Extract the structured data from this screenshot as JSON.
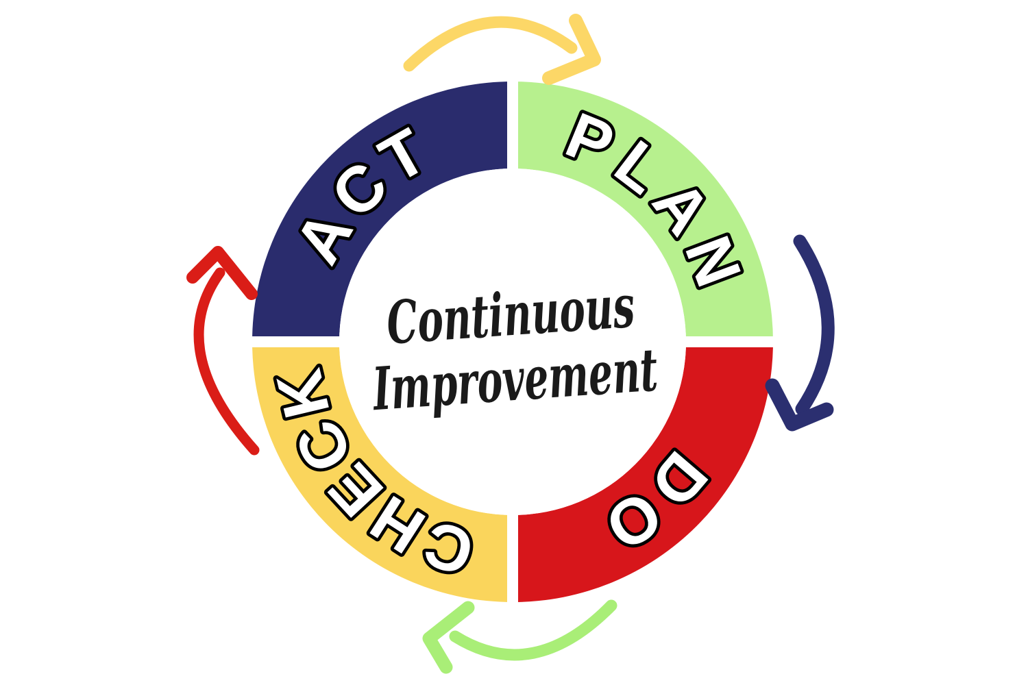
{
  "page": {
    "background": "#FFFFFF"
  },
  "colors": {
    "label_fill": "#FFFFFF",
    "label_outline": "#000000",
    "title_ink": "#1A1A1A",
    "gap": "#FFFFFF"
  },
  "diagram": {
    "type": "cycle",
    "name": "PDCA continuous improvement cycle",
    "center_title": {
      "line1": "Continuous",
      "line2": "Improvement"
    },
    "segments": [
      {
        "id": "plan",
        "label": "PLAN",
        "position": "top-right",
        "color": "#B7F08E"
      },
      {
        "id": "do",
        "label": "DO",
        "position": "bottom-right",
        "color": "#D7161B"
      },
      {
        "id": "check",
        "label": "CHECK",
        "position": "bottom-left",
        "color": "#FAD55C"
      },
      {
        "id": "act",
        "label": "ACT",
        "position": "top-left",
        "color": "#2A2C6D"
      }
    ],
    "arrows": [
      {
        "id": "top",
        "from": "act",
        "to": "plan",
        "direction": "clockwise-right",
        "color": "#FCD767"
      },
      {
        "id": "right",
        "from": "plan",
        "to": "do",
        "direction": "clockwise-down",
        "color": "#2B2F70"
      },
      {
        "id": "bottom",
        "from": "do",
        "to": "check",
        "direction": "clockwise-left",
        "color": "#A9EE77"
      },
      {
        "id": "left",
        "from": "check",
        "to": "act",
        "direction": "clockwise-up",
        "color": "#DA1D17"
      }
    ]
  }
}
